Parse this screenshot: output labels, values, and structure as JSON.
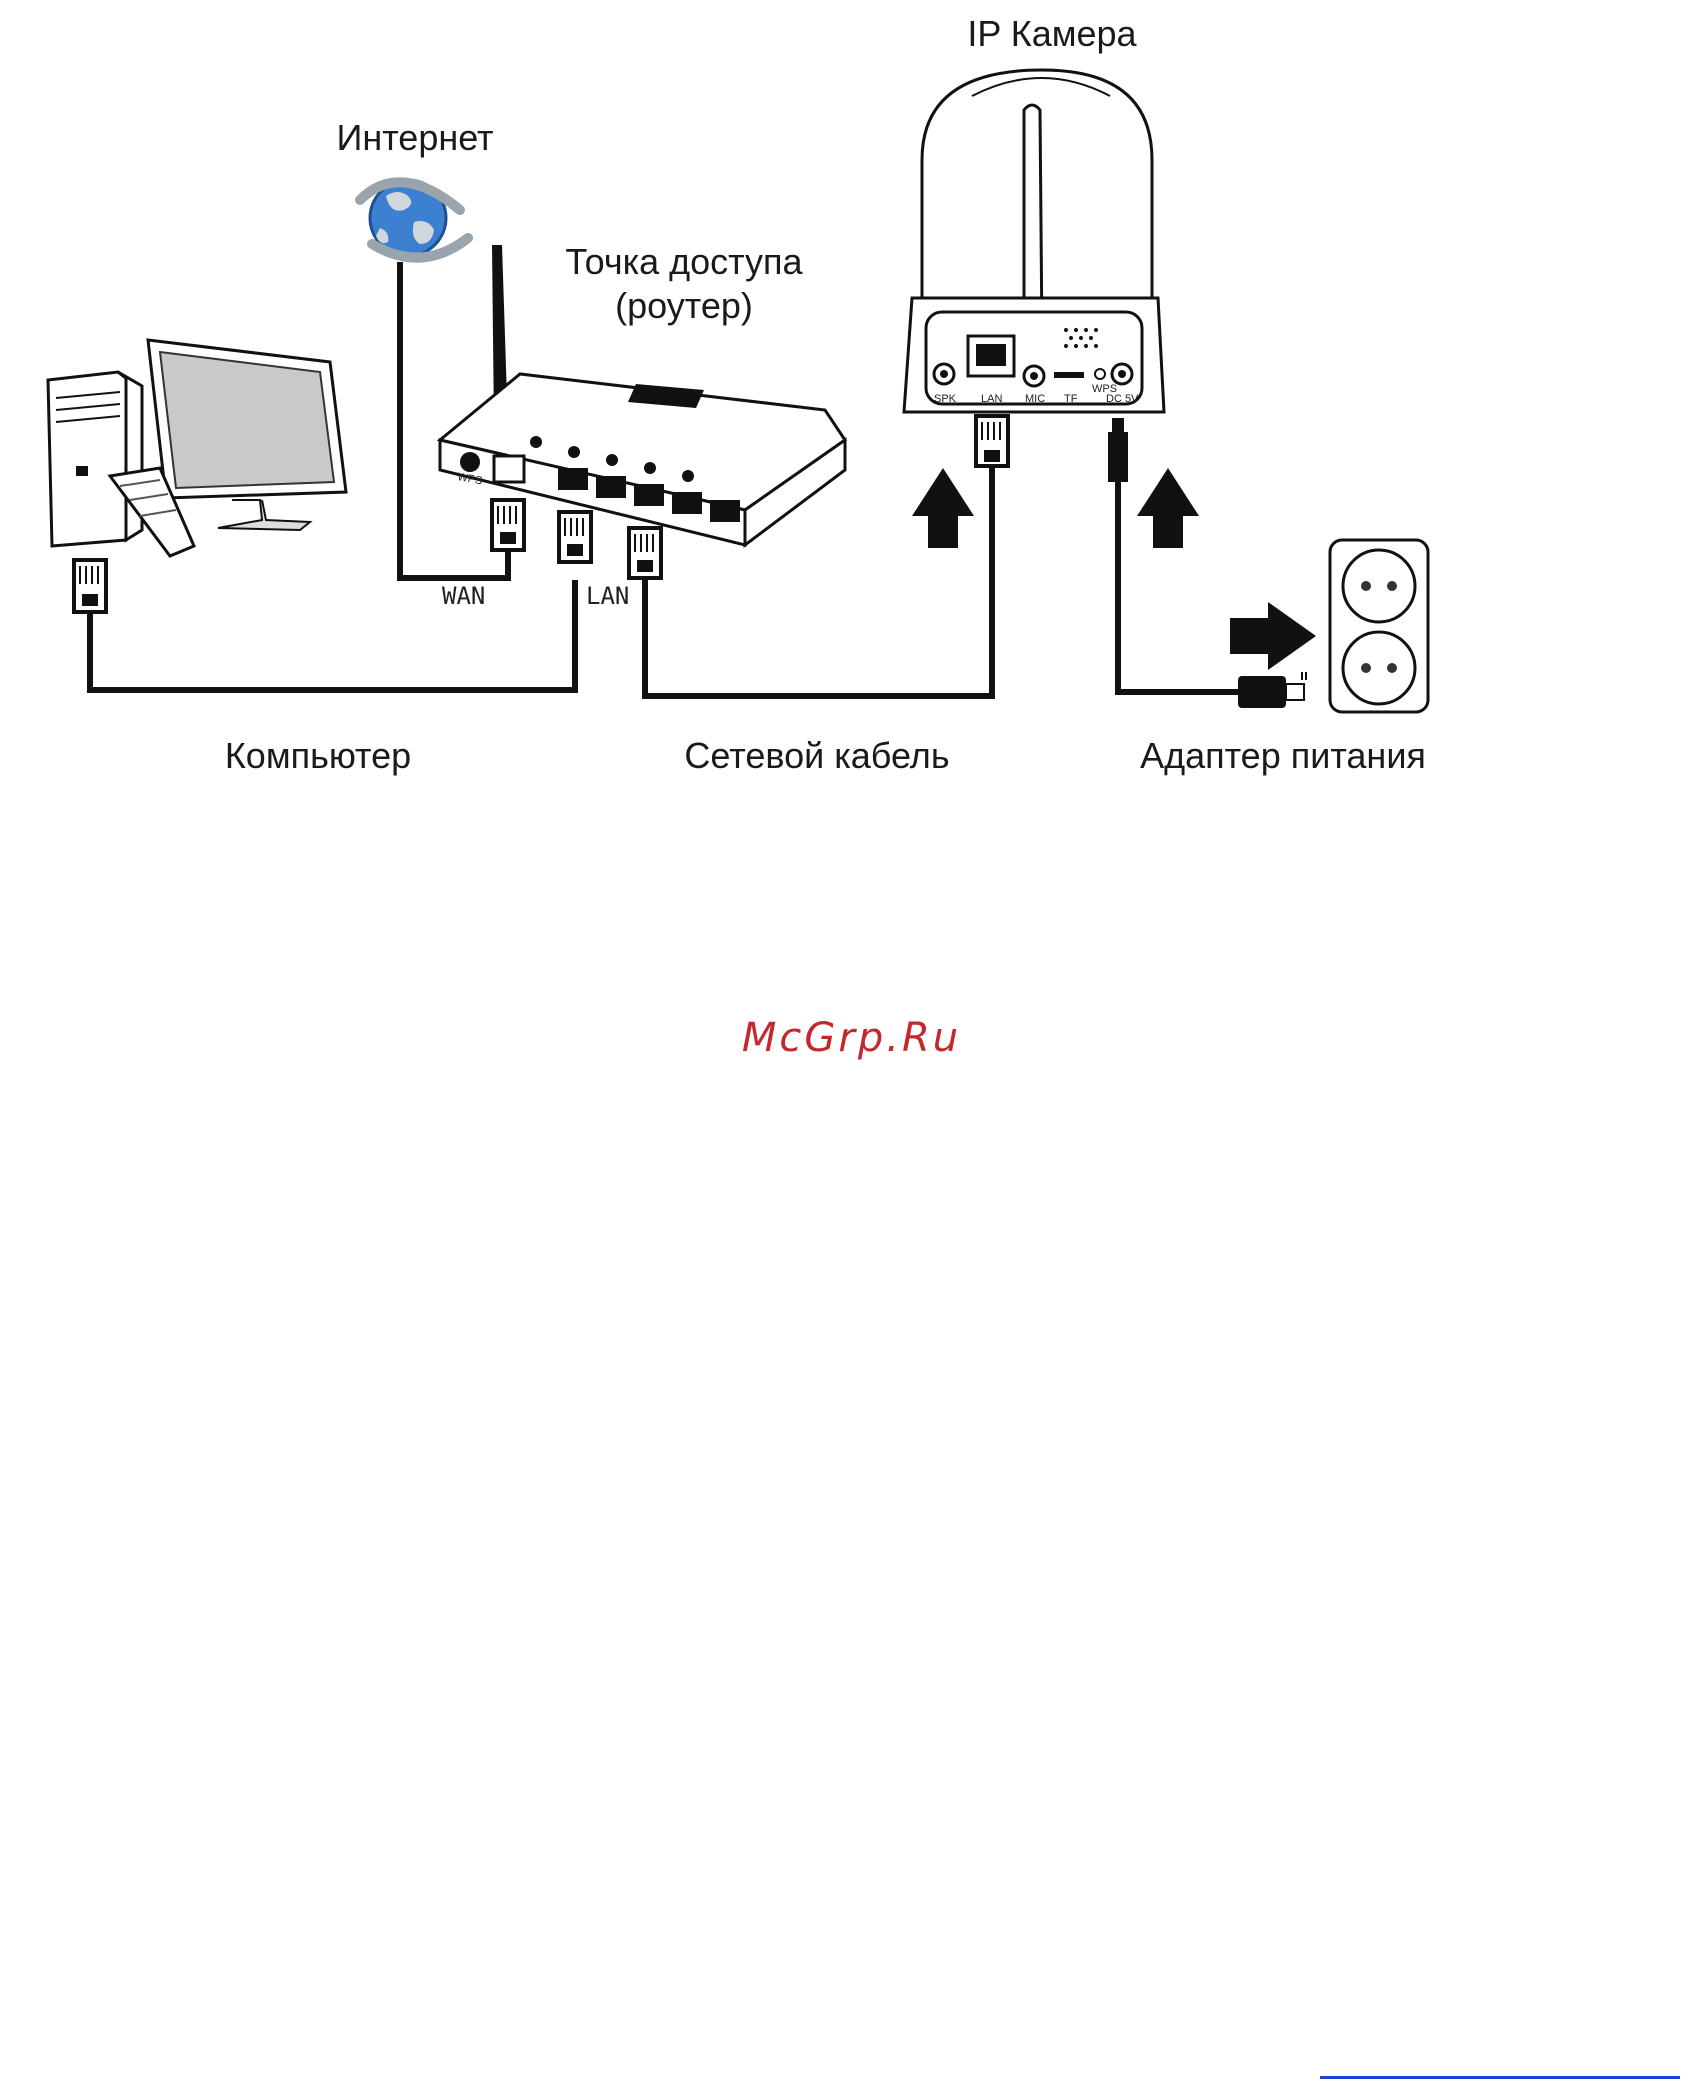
{
  "labels": {
    "camera": "IP Камера",
    "internet": "Интернет",
    "router_line1": "Точка доступа",
    "router_line2": "(роутер)",
    "computer": "Компьютер",
    "network_cable": "Сетевой кабель",
    "power_adapter": "Адаптер питания",
    "wan": "WAN",
    "lan": "LAN"
  },
  "camera_ports": {
    "spk": "SPK",
    "lan": "LAN",
    "mic": "MIC",
    "tf": "TF",
    "wps": "WPS",
    "dc": "DC 5V"
  },
  "router_button": "WPS",
  "watermark": "McGrp.Ru",
  "colors": {
    "watermark": "#c4282c",
    "globe": "#3d7fd1",
    "footer_line": "#1f3fd6"
  }
}
